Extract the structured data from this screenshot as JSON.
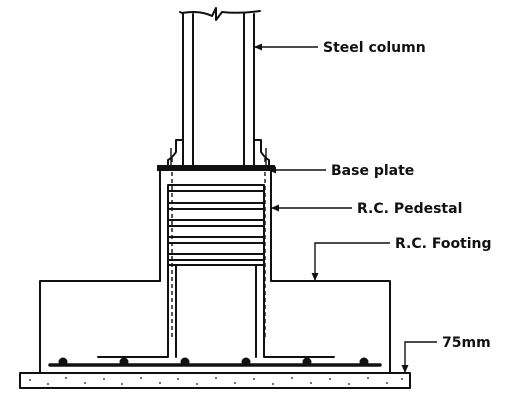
{
  "labels": {
    "steel_column": "Steel column",
    "base_plate": "Base plate",
    "pedestal": "R.C. Pedestal",
    "footing": "R.C. Footing",
    "lean_concrete": "75mm"
  },
  "colors": {
    "ink": "#111111",
    "background": "#ffffff"
  }
}
